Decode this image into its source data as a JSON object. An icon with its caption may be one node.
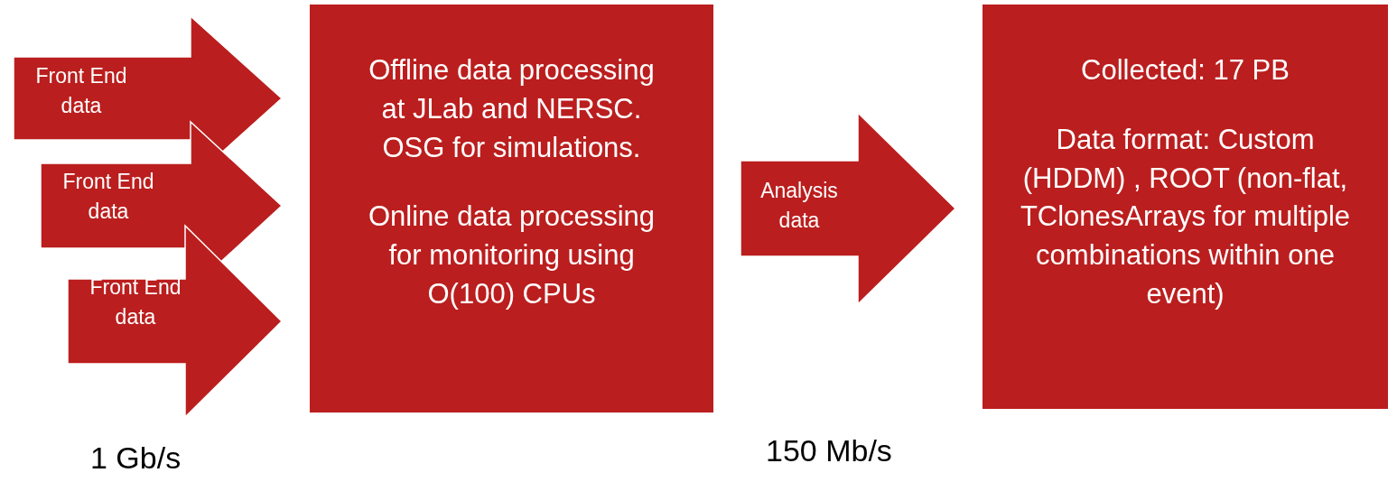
{
  "diagram": {
    "nodes": [
      {
        "text": [
          "Offline data processing at JLab and NERSC. OSG for simulations.",
          "Online data processing for monitoring using O(100) CPUs"
        ]
      },
      {
        "text": [
          "Collected: 17 PB",
          "Data format: Custom (HDDM) , ROOT (non-flat, TClonesArrays for multiple combinations within one event)"
        ]
      }
    ],
    "edges": [
      {
        "from": null,
        "to": 0,
        "arrow": "to",
        "label": "Front End data"
      },
      {
        "from": null,
        "to": 0,
        "arrow": "to",
        "label": "Front End data"
      },
      {
        "from": null,
        "to": 0,
        "arrow": "to",
        "label": "Front End data"
      },
      {
        "from": 0,
        "to": 1,
        "arrow": "to",
        "label": "Analysis data"
      }
    ],
    "labels": [
      "1 Gb/s",
      "150 Mb/s"
    ]
  }
}
